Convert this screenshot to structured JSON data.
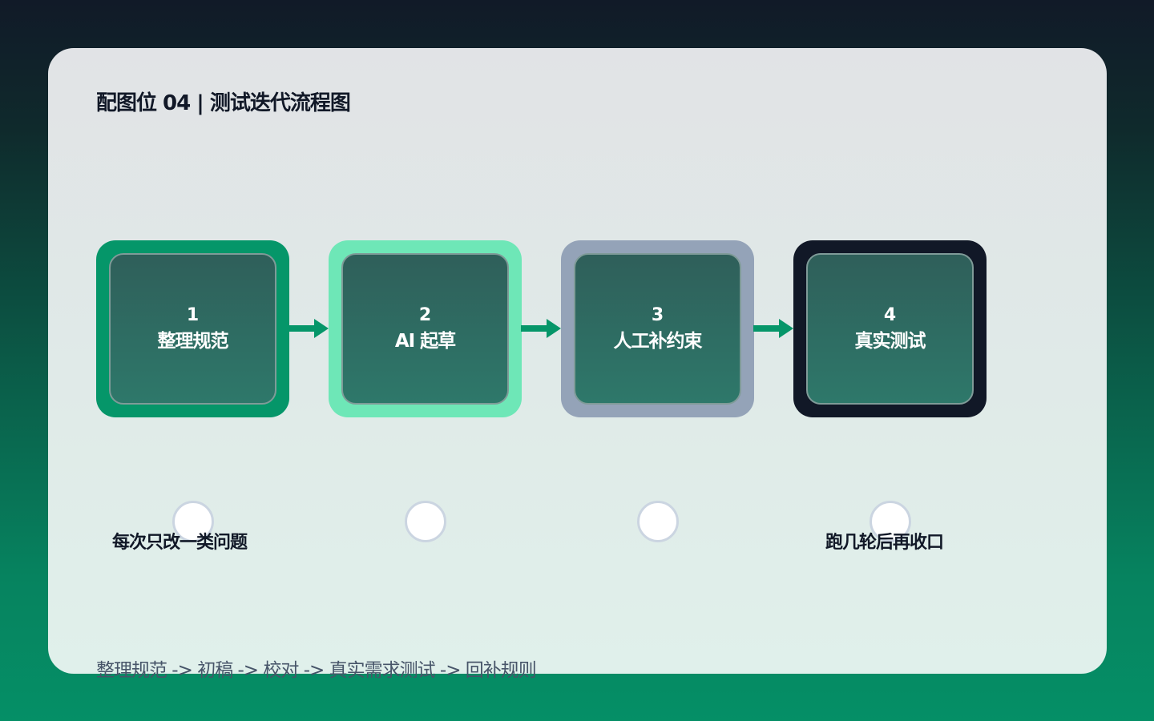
{
  "title": "配图位 04 | 测试迭代流程图",
  "steps": [
    {
      "number": "1",
      "label": "整理规范",
      "border_color": "#059669"
    },
    {
      "number": "2",
      "label": "AI 起草",
      "border_color": "#6ee7b7"
    },
    {
      "number": "3",
      "label": "人工补约束",
      "border_color": "#94a3b8"
    },
    {
      "number": "4",
      "label": "真实测试",
      "border_color": "#111827"
    }
  ],
  "notes": {
    "left": "每次只改一类问题",
    "right": "跑几轮后再收口"
  },
  "footer": "整理规范 -> 初稿 -> 校对 -> 真实需求测试 -> 回补规则",
  "colors": {
    "arrow": "#059669",
    "node_fill": "#2f6a62"
  }
}
